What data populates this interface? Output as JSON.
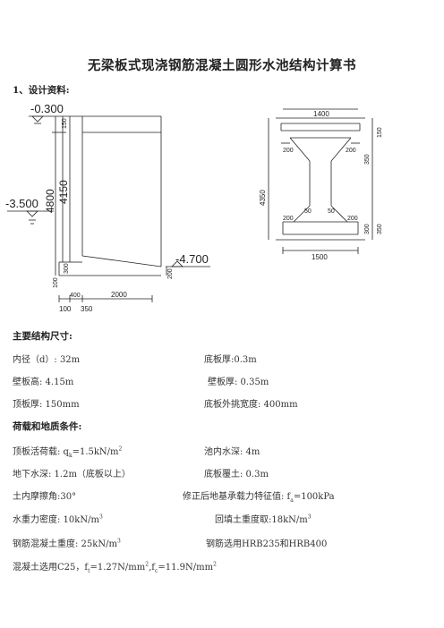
{
  "title": "无梁板式现浇钢筋混凝土圆形水池结构计算书",
  "section1": "1、设计资料:",
  "left_drawing": {
    "elev_top": "-0.300",
    "elev_mid": "-3.500",
    "elev_bot": "-4.700",
    "dim_150": "150",
    "dim_4150": "4150",
    "dim_4800": "4800",
    "dim_300": "300",
    "dim_100": "100",
    "dim_200": "200",
    "dim_400": "400",
    "dim_2000": "2000",
    "dim_350": "350"
  },
  "right_drawing": {
    "dim_1400": "1400",
    "dim_150": "150",
    "dim_200a": "200",
    "dim_200b": "200",
    "dim_350": "350",
    "dim_4350": "4350",
    "dim_50a": "50",
    "dim_50b": "50",
    "dim_200c": "200",
    "dim_200d": "200",
    "dim_300": "300",
    "dim_350b": "350",
    "dim_1500": "1500"
  },
  "section_dims": "主要结构尺寸:",
  "dims": {
    "r1a": "内径（d）: 32m",
    "r1b": "底板厚:0.3m",
    "r2a": "壁板高: 4.15m",
    "r2b": "壁板厚: 0.35m",
    "r3a": "顶板厚: 150mm",
    "r3b": "底板外挑宽度: 400mm"
  },
  "section_loads": "荷载和地质条件:",
  "loads": {
    "r1a": "顶板活荷载: q",
    "r1a_sub": "k",
    "r1a_tail": "=1.5kN/m",
    "r1a_sup": "2",
    "r1b": "池内水深: 4m",
    "r2a": "地下水深: 1.2m（底板以上）",
    "r2b": "底板覆土: 0.3m",
    "r3a": "土内摩擦角:30°",
    "r3b": "修正后地基承载力特征值: f",
    "r3b_sub": "a",
    "r3b_tail": "=100kPa",
    "r4a": "水重力密度: 10kN/m",
    "r4a_sup": "3",
    "r4b": "回填土重度取:18kN/m",
    "r4b_sup": "3",
    "r5a": "钢筋混凝土重度: 25kN/m",
    "r5a_sup": "3",
    "r5b": "钢筋选用HRB235和HRB400",
    "r6": "混凝土选用C25，f",
    "r6_sub1": "t",
    "r6_mid": "=1.27N/mm",
    "r6_sup1": "2",
    "r6_mid2": ",f",
    "r6_sub2": "c",
    "r6_mid3": "=11.9N/mm",
    "r6_sup2": "2"
  }
}
